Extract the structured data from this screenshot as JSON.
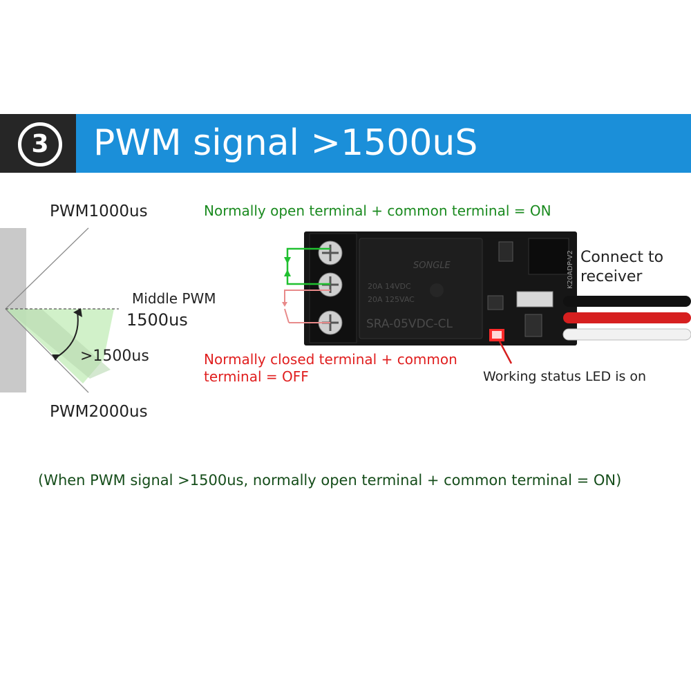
{
  "banner": {
    "number": "3",
    "title": "PWM signal >1500uS"
  },
  "dial": {
    "pwm_min": "PWM1000us",
    "middle_label": "Middle PWM",
    "middle_value": "1500us",
    "range_label": ">1500us",
    "pwm_max": "PWM2000us"
  },
  "module": {
    "no_label": "Normally open terminal + common terminal = ON",
    "nc_label_line1": "Normally closed terminal + common",
    "nc_label_line2": "terminal = OFF",
    "receiver_line1": "Connect to",
    "receiver_line2": "receiver",
    "led_label": "Working status LED is on",
    "relay_brand": "SONGLE",
    "relay_rating1": "20A 14VDC",
    "relay_rating2": "20A 125VAC",
    "relay_model": "SRA-05VDC-CL",
    "pcb_code": "K20ADP-V2"
  },
  "footer": {
    "note": "(When PWM signal >1500us, normally open terminal + common terminal = ON)"
  },
  "colors": {
    "banner_blue": "#1b8fd9",
    "badge_dark": "#262626",
    "on_green": "#1a8a1f",
    "off_red": "#e01e1e"
  }
}
